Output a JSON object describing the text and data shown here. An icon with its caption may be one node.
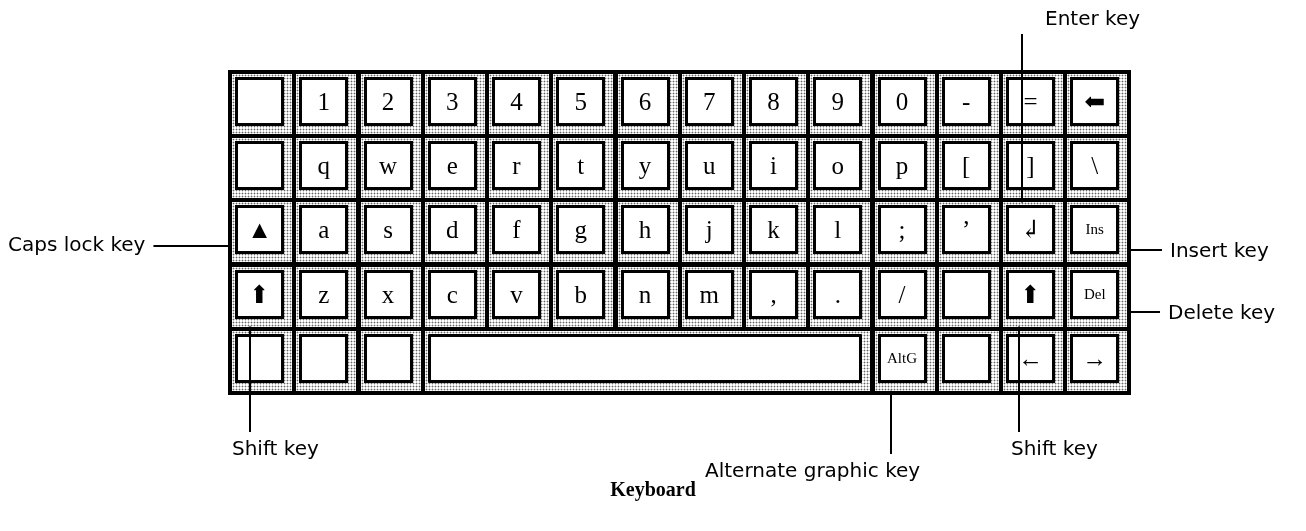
{
  "diagram": {
    "caption": "Keyboard",
    "nodes": [
      {
        "text": [],
        "shape": "box"
      },
      {
        "text": [],
        "shape": "box",
        "in": 0
      },
      {
        "text": [
          "1"
        ],
        "in": 0
      },
      {
        "text": [
          "2"
        ],
        "in": 0
      },
      {
        "text": [
          "3"
        ],
        "in": 0
      },
      {
        "text": [
          "4"
        ],
        "in": 0
      },
      {
        "text": [
          "5"
        ],
        "in": 0
      },
      {
        "text": [
          "6"
        ],
        "in": 0
      },
      {
        "text": [
          "7"
        ],
        "in": 0
      },
      {
        "text": [
          "8"
        ],
        "in": 0
      },
      {
        "text": [
          "9"
        ],
        "in": 0
      },
      {
        "text": [
          "0"
        ],
        "in": 0
      },
      {
        "text": [
          "-"
        ],
        "in": 0
      },
      {
        "text": [
          "="
        ],
        "in": 0
      },
      {
        "text": [
          "⬅"
        ],
        "in": 0
      },
      {
        "text": [],
        "shape": "box",
        "in": 0
      },
      {
        "text": [
          "q"
        ],
        "in": 0
      },
      {
        "text": [
          "w"
        ],
        "in": 0
      },
      {
        "text": [
          "e"
        ],
        "in": 0
      },
      {
        "text": [
          "r"
        ],
        "in": 0
      },
      {
        "text": [
          "t"
        ],
        "in": 0
      },
      {
        "text": [
          "y"
        ],
        "in": 0
      },
      {
        "text": [
          "u"
        ],
        "in": 0
      },
      {
        "text": [
          "i"
        ],
        "in": 0
      },
      {
        "text": [
          "o"
        ],
        "in": 0
      },
      {
        "text": [
          "p"
        ],
        "in": 0
      },
      {
        "text": [
          "["
        ],
        "in": 0
      },
      {
        "text": [
          "]"
        ],
        "in": 0
      },
      {
        "text": [
          "\\"
        ],
        "in": 0
      },
      {
        "text": [
          "▲"
        ],
        "in": 0
      },
      {
        "text": [
          "a"
        ],
        "in": 0
      },
      {
        "text": [
          "s"
        ],
        "in": 0
      },
      {
        "text": [
          "d"
        ],
        "in": 0
      },
      {
        "text": [
          "f"
        ],
        "in": 0
      },
      {
        "text": [
          "g"
        ],
        "in": 0
      },
      {
        "text": [
          "h"
        ],
        "in": 0
      },
      {
        "text": [
          "j"
        ],
        "in": 0
      },
      {
        "text": [
          "k"
        ],
        "in": 0
      },
      {
        "text": [
          "l"
        ],
        "in": 0
      },
      {
        "text": [
          ";"
        ],
        "in": 0
      },
      {
        "text": [
          "’"
        ],
        "in": 0
      },
      {
        "text": [
          "↲"
        ],
        "in": 0
      },
      {
        "text": [
          "Ins"
        ],
        "in": 0
      },
      {
        "text": [
          "⬆"
        ],
        "in": 0
      },
      {
        "text": [
          "z"
        ],
        "in": 0
      },
      {
        "text": [
          "x"
        ],
        "in": 0
      },
      {
        "text": [
          "c"
        ],
        "in": 0
      },
      {
        "text": [
          "v"
        ],
        "in": 0
      },
      {
        "text": [
          "b"
        ],
        "in": 0
      },
      {
        "text": [
          "n"
        ],
        "in": 0
      },
      {
        "text": [
          "m"
        ],
        "in": 0
      },
      {
        "text": [
          ","
        ],
        "in": 0
      },
      {
        "text": [
          "."
        ],
        "in": 0
      },
      {
        "text": [
          "/"
        ],
        "in": 0
      },
      {
        "text": [],
        "shape": "box",
        "in": 0
      },
      {
        "text": [
          "⬆"
        ],
        "in": 0
      },
      {
        "text": [
          "Del"
        ],
        "in": 0
      },
      {
        "text": [],
        "shape": "box",
        "in": 0
      },
      {
        "text": [],
        "shape": "box",
        "in": 0
      },
      {
        "text": [],
        "shape": "box",
        "in": 0
      },
      {
        "text": [],
        "shape": "bar",
        "in": 0
      },
      {
        "text": [
          "AltG"
        ],
        "in": 0
      },
      {
        "text": [],
        "shape": "box",
        "in": 0
      },
      {
        "text": [
          "←"
        ],
        "in": 0
      },
      {
        "text": [
          "→"
        ],
        "in": 0
      },
      {
        "text": [
          "Enter key"
        ]
      },
      {
        "text": [
          "Caps lock key"
        ]
      },
      {
        "text": [
          "Insert key"
        ]
      },
      {
        "text": [
          "Delete key"
        ]
      },
      {
        "text": [
          "Shift key"
        ]
      },
      {
        "text": [
          "Shift key"
        ]
      },
      {
        "text": [
          "Alternate graphic key"
        ]
      }
    ],
    "edges": [
      {
        "from": 65,
        "to": 41,
        "arrow": "none"
      },
      {
        "from": 66,
        "to": 29,
        "arrow": "none"
      },
      {
        "from": 67,
        "to": 42,
        "arrow": "none"
      },
      {
        "from": 68,
        "to": 56,
        "arrow": "none"
      },
      {
        "from": 69,
        "to": 43,
        "arrow": "none"
      },
      {
        "from": 70,
        "to": 55,
        "arrow": "none"
      },
      {
        "from": 71,
        "to": 61,
        "arrow": "none"
      }
    ]
  }
}
